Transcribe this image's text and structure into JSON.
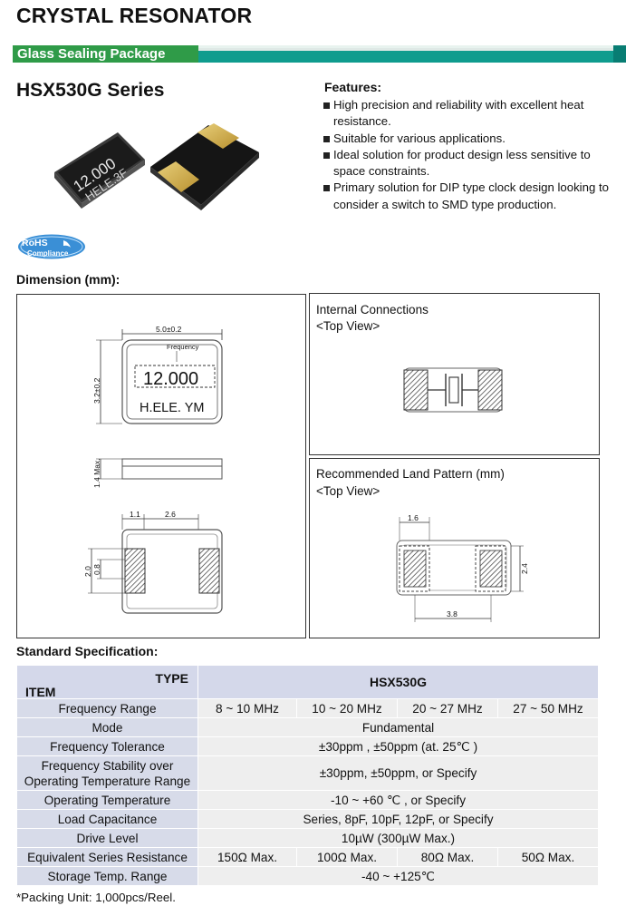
{
  "header": {
    "title": "CRYSTAL RESONATOR",
    "banner": "Glass Sealing Package",
    "series": "HSX530G Series"
  },
  "product_photo": {
    "marking_line1": "12.000",
    "marking_line2": "HELE.3F"
  },
  "rohs": {
    "line1": "RoHS",
    "line2": "Compliance"
  },
  "features": {
    "heading": "Features:",
    "items": [
      "High precision and reliability with excellent heat resistance.",
      "Suitable for various applications.",
      "Ideal solution for product design less sensitive to space constraints.",
      "Primary solution for DIP type clock design looking to consider a switch to SMD type production."
    ]
  },
  "dimension": {
    "heading": "Dimension (mm):",
    "width_label": "5.0±0.2",
    "height_label": "3.2±0.2",
    "frequency_label": "Frequency",
    "frequency_value": "12.000",
    "marking": "H.ELE. YM",
    "thickness_label": "1.4 Max.",
    "pad_offset_label": "1.1",
    "pad_pitch_label": "2.6",
    "pad_height_label": "2.0",
    "pad_inner_label": "0.8"
  },
  "internal_connections": {
    "title": "Internal Connections",
    "subtitle": "<Top View>"
  },
  "land_pattern": {
    "title": "Recommended Land Pattern (mm)",
    "subtitle": "<Top View>",
    "pad_width_label": "1.6",
    "pad_height_label": "2.4",
    "span_label": "3.8"
  },
  "spec": {
    "heading": "Standard Specification:",
    "type_label": "TYPE",
    "item_label": "ITEM",
    "model": "HSX530G",
    "rows": {
      "freq_range": {
        "label": "Frequency Range",
        "values": [
          "8 ~ 10 MHz",
          "10 ~ 20 MHz",
          "20 ~ 27 MHz",
          "27 ~ 50 MHz"
        ]
      },
      "mode": {
        "label": "Mode",
        "value": "Fundamental"
      },
      "freq_tol": {
        "label": "Frequency Tolerance",
        "value": "±30ppm , ±50ppm (at. 25℃ )"
      },
      "freq_stab": {
        "label1": "Frequency Stability over",
        "label2": "Operating Temperature Range",
        "value": "±30ppm, ±50ppm, or Specify"
      },
      "op_temp": {
        "label": "Operating Temperature",
        "value": "-10 ~ +60 ℃ , or Specify"
      },
      "load_cap": {
        "label": "Load Capacitance",
        "value": "Series, 8pF, 10pF, 12pF, or Specify"
      },
      "drive": {
        "label": "Drive Level",
        "value": "10µW (300µW Max.)"
      },
      "esr": {
        "label": "Equivalent Series Resistance",
        "values": [
          "150Ω Max.",
          "100Ω Max.",
          "80Ω Max.",
          "50Ω Max."
        ]
      },
      "storage": {
        "label": "Storage Temp. Range",
        "value": "-40 ~ +125℃"
      }
    }
  },
  "footer": {
    "packing": "*Packing Unit: 1,000pcs/Reel."
  },
  "colors": {
    "banner_green": "#2f9b48",
    "banner_teal": "#0f9c8e",
    "table_header": "#d4d8ea",
    "table_item": "#d7dbe9",
    "table_value": "#eeeeee",
    "rohs_blue": "#3a8fd6"
  }
}
